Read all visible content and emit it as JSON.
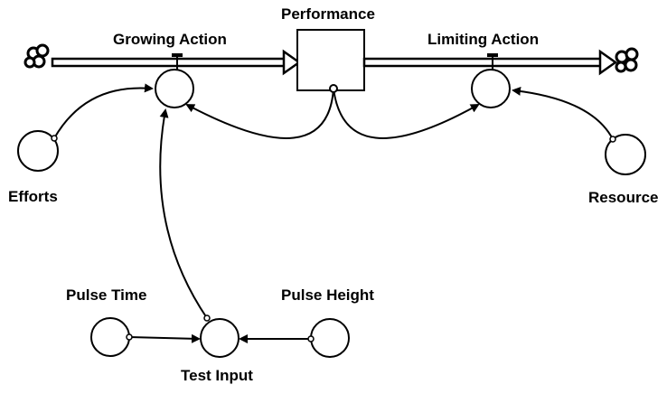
{
  "diagram": {
    "stock": {
      "label": "Performance"
    },
    "flows": {
      "growing": {
        "label": "Growing Action"
      },
      "limiting": {
        "label": "Limiting Action"
      }
    },
    "converters": {
      "efforts": {
        "label": "Efforts"
      },
      "resource": {
        "label": "Resource"
      },
      "pulse_time": {
        "label": "Pulse Time"
      },
      "pulse_height": {
        "label": "Pulse Height"
      },
      "test_input": {
        "label": "Test Input"
      }
    },
    "colors": {
      "ink": "#000000",
      "background": "#ffffff"
    }
  }
}
